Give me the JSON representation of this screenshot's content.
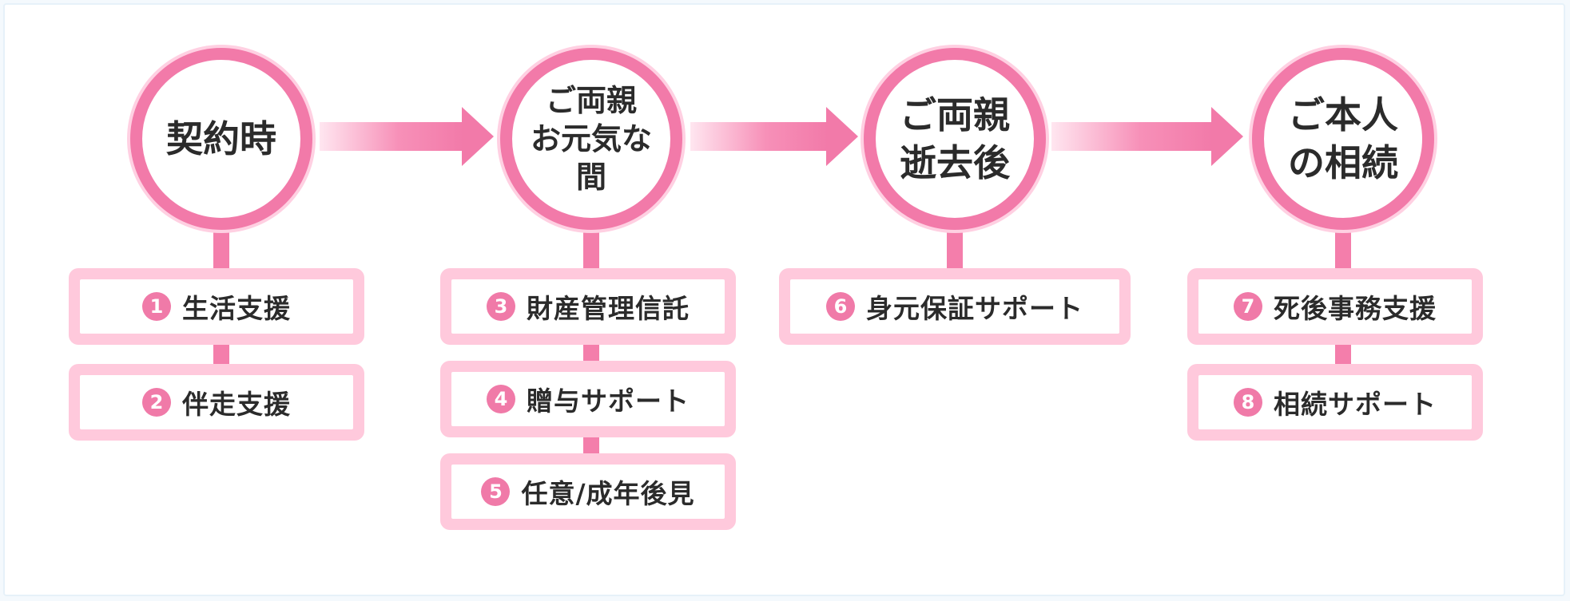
{
  "stages": [
    {
      "title": "契約時"
    },
    {
      "title": "ご両親\nお元気な\n間"
    },
    {
      "title": "ご両親\n逝去後"
    },
    {
      "title": "ご本人\nの相続"
    }
  ],
  "services": [
    {
      "number": "1",
      "label": "生活支援"
    },
    {
      "number": "2",
      "label": "伴走支援"
    },
    {
      "number": "3",
      "label": "財産管理信託"
    },
    {
      "number": "4",
      "label": "贈与サポート"
    },
    {
      "number": "5",
      "label": "任意/成年後見"
    },
    {
      "number": "6",
      "label": "身元保証サポート"
    },
    {
      "number": "7",
      "label": "死後事務支援"
    },
    {
      "number": "8",
      "label": "相続サポート"
    }
  ],
  "colors": {
    "circle_border": "#f27aa9",
    "box_fill": "#ffc9dc",
    "badge": "#f07aa8",
    "text": "#2b2b2b"
  }
}
